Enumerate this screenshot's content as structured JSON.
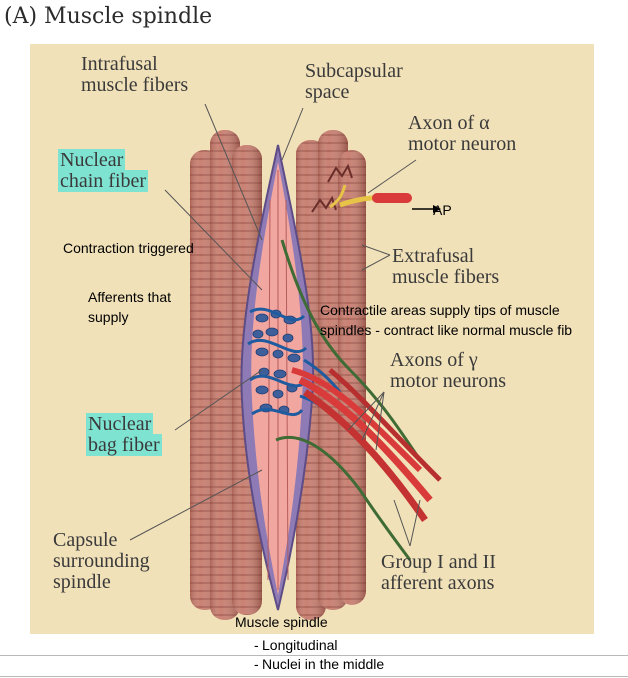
{
  "title": "(A) Muscle spindle",
  "labels": {
    "intrafusal": [
      "Intrafusal",
      "muscle fibers"
    ],
    "subcapsular": [
      "Subcapsular",
      "space"
    ],
    "axon_alpha": [
      "Axon of α",
      "motor neuron"
    ],
    "nuclear_chain": [
      "Nuclear",
      "chain fiber"
    ],
    "extrafusal": [
      "Extrafusal",
      "muscle fibers"
    ],
    "axons_gamma": [
      "Axons of γ",
      "motor neurons"
    ],
    "nuclear_bag": [
      "Nuclear",
      "bag fiber"
    ],
    "capsule": [
      "Capsule",
      "surrounding",
      "spindle"
    ],
    "group_afferent": [
      "Group I and II",
      "afferent axons"
    ]
  },
  "notes": {
    "ap": "AP",
    "contraction": "Contraction triggered",
    "afferents": [
      "Afferents that",
      "supply"
    ],
    "contractile": [
      "Contractile areas supply tips of muscle",
      "spindles - contract like normal muscle fib"
    ],
    "caption": "Muscle spindle",
    "bullets": [
      "Longitudinal",
      "Nuclei in the middle"
    ]
  },
  "colors": {
    "panel": "#f1e1b9",
    "fiber": "#c9796a",
    "capsule": "#8e7bb5",
    "spindle": "#f2a6a0",
    "nucleus_blue": "#1f5b9f",
    "nerve_red": "#d93a3a",
    "nerve_green": "#3f6b35",
    "highlight": "#7fe3d2"
  }
}
